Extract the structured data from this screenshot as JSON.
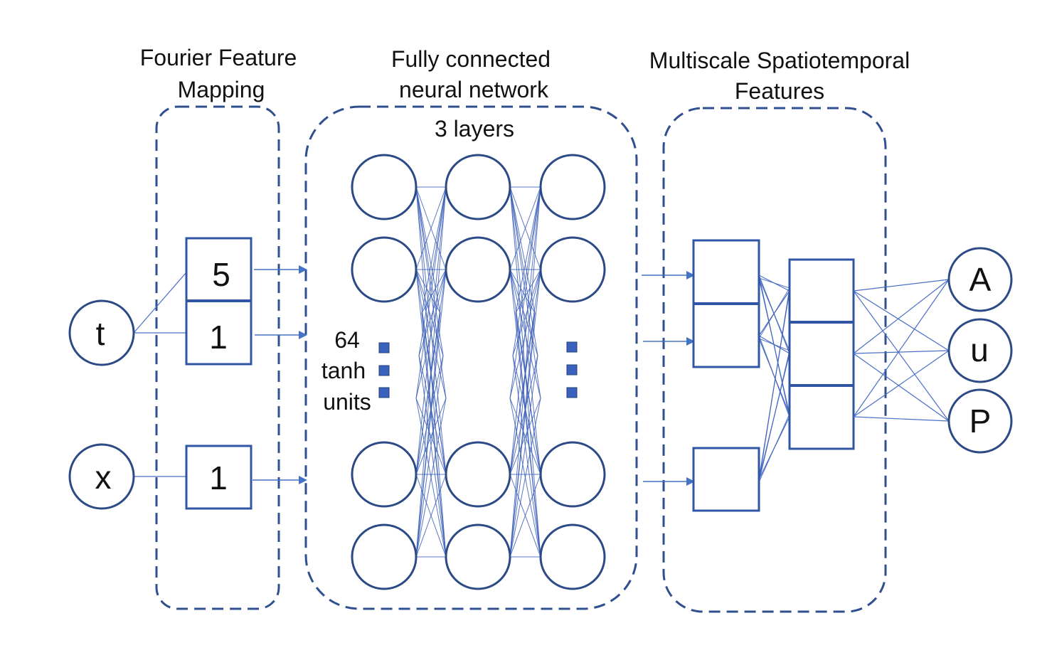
{
  "sections": {
    "fourier": {
      "title_line1": "Fourier Feature",
      "title_line2": "Mapping"
    },
    "network": {
      "title_line1": "Fully connected",
      "title_line2": "neural network",
      "layers_label": "3 layers"
    },
    "multiscale": {
      "title_line1": "Multiscale Spatiotemporal",
      "title_line2": "Features"
    }
  },
  "inputs": [
    {
      "id": "t",
      "label": "t"
    },
    {
      "id": "x",
      "label": "x"
    }
  ],
  "fourier_boxes": [
    {
      "label": "5",
      "source": "t"
    },
    {
      "label": "1",
      "source": "t"
    },
    {
      "label": "1",
      "source": "x"
    }
  ],
  "network": {
    "units_label_line1": "64",
    "units_label_line2": "tanh",
    "units_label_line3": "units",
    "layer_count": 3,
    "visible_nodes_per_layer": 4
  },
  "outputs": [
    {
      "id": "A",
      "label": "A"
    },
    {
      "id": "u",
      "label": "u"
    },
    {
      "id": "P",
      "label": "P"
    }
  ],
  "colors": {
    "node_stroke": "#2c4a86",
    "box_stroke": "#2f55a4",
    "connection": "#4a6fc7",
    "dashed_border": "#2f4f8f",
    "ellipsis_dot": "#3a62bd"
  }
}
